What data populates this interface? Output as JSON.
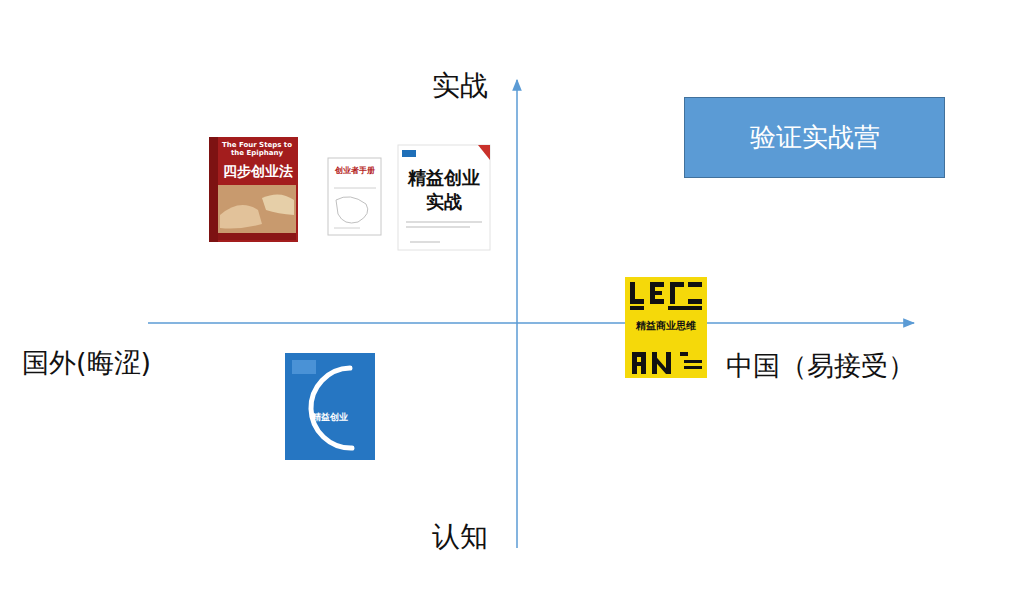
{
  "diagram": {
    "nodes": [
      {
        "text": [
          "验证实战营"
        ]
      }
    ],
    "labels": [
      "实战",
      "国外(晦涩)",
      "中国（易接受）",
      "认知",
      "The Four Steps to the Epiphany",
      "四步创业法",
      "创业者手册",
      "精益创业",
      "实战",
      "精益创业",
      "精益商业思维"
    ]
  }
}
